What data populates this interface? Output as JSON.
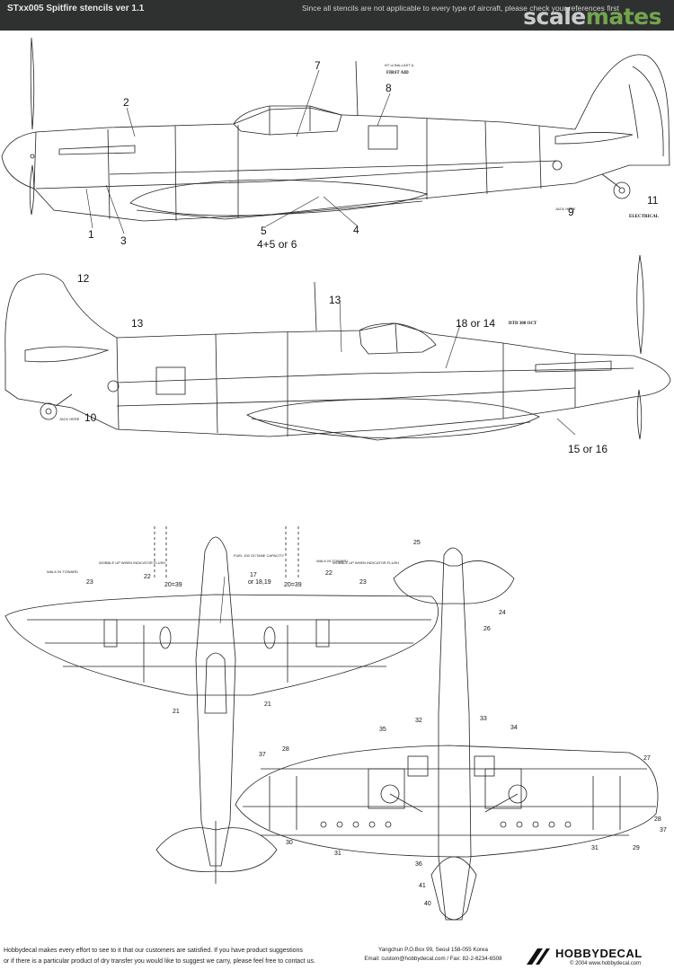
{
  "header": {
    "title": "STxx005 Spitfire stencils ver 1.1",
    "note": "Since all stencils are not applicable to every type of aircraft, please check your references first",
    "watermark_main": "scale",
    "watermark_accent": "mates"
  },
  "side_top": {
    "callouts": [
      "1",
      "2",
      "3",
      "4",
      "5",
      "4+5 or 6",
      "7",
      "8",
      "9",
      "11"
    ],
    "texts": {
      "first_aid": "FIRST AID",
      "nt_ballast": "NT or BALLAST &",
      "jack_here": "JACK HERE",
      "electrical": "ELECTRICAL"
    }
  },
  "side_bottom": {
    "callouts": [
      "10",
      "12",
      "13",
      "13",
      "18 or 14",
      "15 or 16"
    ],
    "texts": {
      "dtd_oct": "DTD 300 OCT",
      "jack_here": "JACK HERE"
    }
  },
  "plan_view": {
    "callouts_wing": [
      "23",
      "22",
      "20=39",
      "17",
      "or 18,19",
      "20=39",
      "22",
      "23",
      "21",
      "21"
    ],
    "callouts_tail": [
      "25",
      "24",
      "26",
      "28"
    ],
    "callouts_lower": [
      "27",
      "32",
      "33",
      "34",
      "35",
      "28",
      "37",
      "31",
      "30",
      "31",
      "36",
      "29",
      "37",
      "41",
      "40"
    ],
    "texts": {
      "walk_left": "WALK IN TOWARD",
      "walk_right": "WALK IN TOWARD",
      "wobble_left": "WOBBLE UP WHEN INDICATOR FLUSH",
      "wobble_right": "WOBBLE UP WHEN INDICATOR FLUSH",
      "fuel": "FUEL 100 OCTANE CAPACITY"
    }
  },
  "footer": {
    "line1": "Hobbydecal makes every effort to see to it that our customers are satisfied. If you have product suggestions",
    "line2": "or if there is a particular product of dry transfer you would like to suggest we carry, please feel free to contact us.",
    "address1": "Yangchun P.O.Box 99, Seoul 158-055 Korea",
    "address2": "Email: custom@hobbydecal.com / Fax: 82-2-6234-6508",
    "brand": "HOBBYDECAL",
    "copyright": "© 2004 www.hobbydecal.com"
  }
}
